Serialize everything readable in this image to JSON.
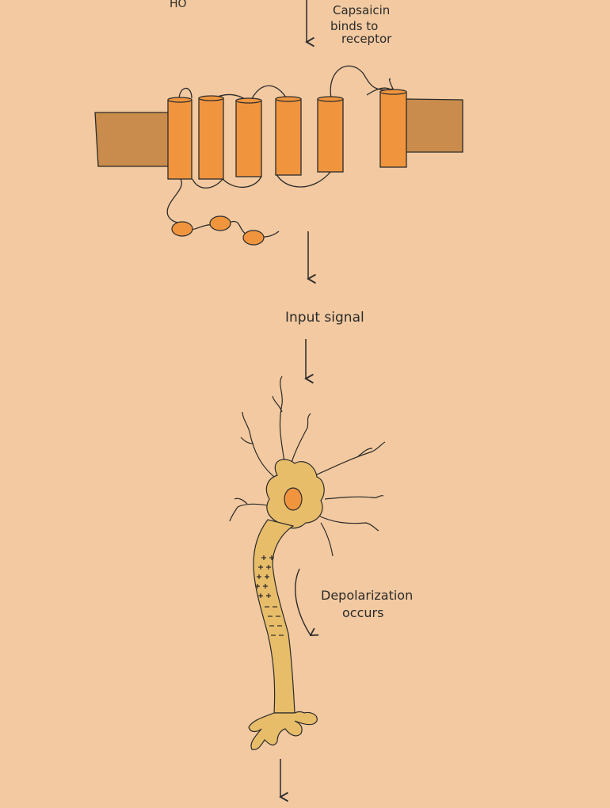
{
  "labels": {
    "top_fragment": "HO",
    "capsaicin_line1": "Capsaicin",
    "capsaicin_line2": "binds to",
    "capsaicin_line3": "receptor",
    "input_signal": "Input signal",
    "depol_line1": "Depolarization",
    "depol_line2": "occurs"
  },
  "colors": {
    "background": "#f2c9a0",
    "membrane": "#c98c4d",
    "helix": "#f0953e",
    "neuron": "#e8bd6a",
    "ink": "#2b2b2b"
  }
}
